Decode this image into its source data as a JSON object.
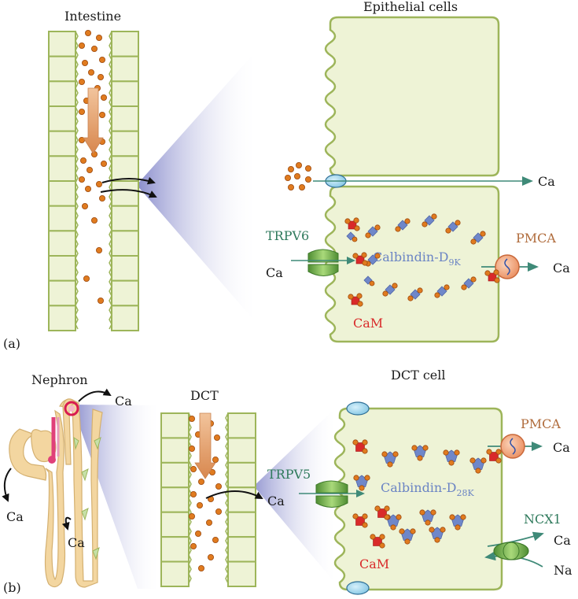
{
  "panel_a": {
    "panel_label": "(a)",
    "intestine_label": "Intestine",
    "epithelial_label": "Epithelial cells",
    "paracellular_ca": "Ca",
    "trpv6_label": "TRPV6",
    "ca_in_label": "Ca",
    "calbindin_label": "Calbindin-D",
    "calbindin_sub": "9K",
    "pmca_label": "PMCA",
    "ca_out_label": "Ca",
    "cam_label": "CaM"
  },
  "panel_b": {
    "panel_label": "(b)",
    "nephron_label": "Nephron",
    "nephron_ca_top": "Ca",
    "nephron_ca_left": "Ca",
    "nephron_ca_mid": "Ca",
    "dct_label": "DCT",
    "dct_cell_label": "DCT cell",
    "trpv5_label": "TRPV5",
    "ca_in_label": "Ca",
    "calbindin_label": "Calbindin-D",
    "calbindin_sub": "28K",
    "pmca_label": "PMCA",
    "pmca_ca": "Ca",
    "ncx1_label": "NCX1",
    "ncx1_ca": "Ca",
    "ncx1_na": "Na",
    "cam_label": "CaM"
  },
  "colors": {
    "cell_fill": "#eef3d6",
    "cell_stroke": "#9db55a",
    "calcium_dot": "#e07b1f",
    "arrow_tan": "#e3a06a",
    "transport_arrow": "#3f8a78",
    "channel_green": "#6fb04a",
    "calbindin_blue": "#6f87c9",
    "cam_red": "#d92a2a",
    "pmca_orange": "#f0a27a",
    "tight_junction": "#a8d8ee",
    "nephron_tan": "#f3d6a0",
    "nephron_pink": "#e0407a",
    "funnel_purple": "#8b8fd0"
  }
}
